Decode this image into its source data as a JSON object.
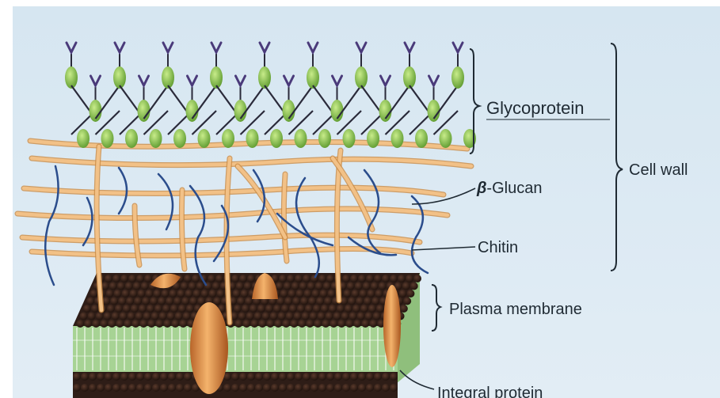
{
  "labels": {
    "glycoprotein": "Glycoprotein",
    "beta_glucan_symbol": "β",
    "beta_glucan": "-Glucan",
    "chitin": "Chitin",
    "cell_wall": "Cell wall",
    "plasma_membrane": "Plasma membrane",
    "integral_protein": "Integral protein"
  },
  "colors": {
    "background": "#dce9f2",
    "glucan_fiber": "#f2c187",
    "glucan_fiber_edge": "#c98a43",
    "chitin_strand": "#2b4d8c",
    "glycoprotein_bead": "#7fb84a",
    "glycoprotein_chain": "#2a2a3a",
    "membrane_head": "#2e1d17",
    "membrane_tail": "#9cc98a",
    "integral_protein": "#e8954a"
  }
}
